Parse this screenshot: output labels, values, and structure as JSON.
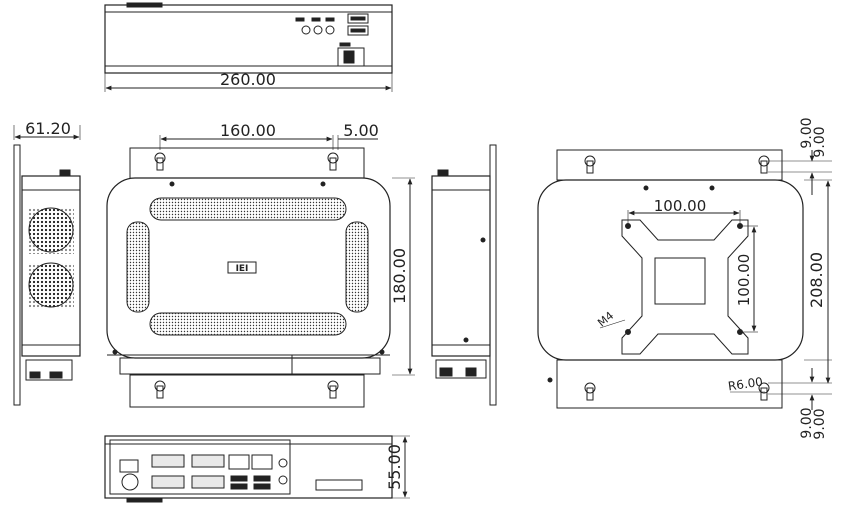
{
  "dimensions": {
    "top_width": "260.00",
    "side_depth": "61.20",
    "mount_spacing": "160.00",
    "mount_offset": "5.00",
    "front_height": "180.00",
    "bracket_offset_top_a": "9.00",
    "bracket_offset_top_b": "9.00",
    "overall_height": "208.00",
    "vesa_horizontal": "100.00",
    "vesa_vertical": "100.00",
    "screw_label": "M4",
    "radius_label": "R6.00",
    "bracket_offset_bottom_a": "9.00",
    "bracket_offset_bottom_b": "9.00",
    "bottom_height": "55.00"
  },
  "logo_text": "IEI",
  "colors": {
    "line": "#222222",
    "background": "#ffffff"
  }
}
